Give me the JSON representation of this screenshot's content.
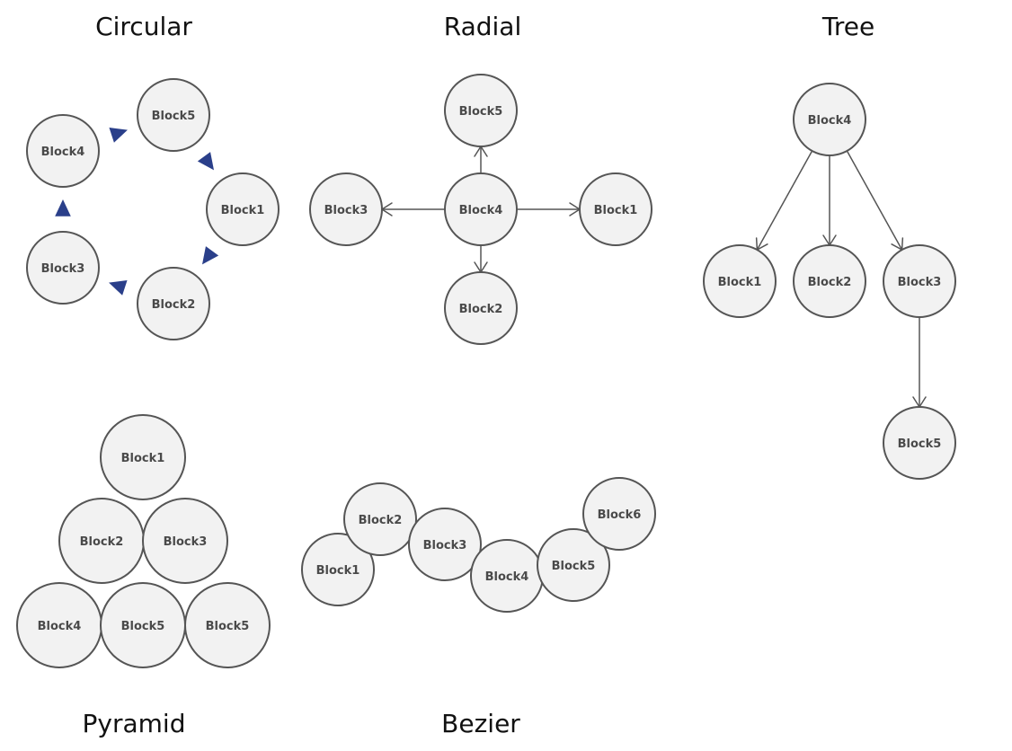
{
  "colors": {
    "node_fill": "#f2f2f2",
    "node_stroke": "#555555",
    "edge": "#555555",
    "circular_arrow": "#2a3f8a",
    "text": "#4a4a4a"
  },
  "diagrams": {
    "circular": {
      "title": "Circular",
      "nodes": [
        {
          "id": "c1",
          "label": "Block1"
        },
        {
          "id": "c2",
          "label": "Block2"
        },
        {
          "id": "c3",
          "label": "Block3"
        },
        {
          "id": "c4",
          "label": "Block4"
        },
        {
          "id": "c5",
          "label": "Block5"
        }
      ],
      "cycle_order": [
        "c5",
        "c1",
        "c2",
        "c3",
        "c4"
      ],
      "arrow_icon": "triangle-arrow-icon"
    },
    "radial": {
      "title": "Radial",
      "center": "r4",
      "nodes": [
        {
          "id": "r4",
          "label": "Block4"
        },
        {
          "id": "r5",
          "label": "Block5"
        },
        {
          "id": "r3",
          "label": "Block3"
        },
        {
          "id": "r1",
          "label": "Block1"
        },
        {
          "id": "r2",
          "label": "Block2"
        }
      ],
      "edges": [
        {
          "from": "r4",
          "to": "r5"
        },
        {
          "from": "r4",
          "to": "r3"
        },
        {
          "from": "r4",
          "to": "r1"
        },
        {
          "from": "r4",
          "to": "r2"
        }
      ]
    },
    "tree": {
      "title": "Tree",
      "nodes": [
        {
          "id": "t4",
          "label": "Block4"
        },
        {
          "id": "t1",
          "label": "Block1"
        },
        {
          "id": "t2",
          "label": "Block2"
        },
        {
          "id": "t3",
          "label": "Block3"
        },
        {
          "id": "t5",
          "label": "Block5"
        }
      ],
      "edges": [
        {
          "from": "t4",
          "to": "t1"
        },
        {
          "from": "t4",
          "to": "t2"
        },
        {
          "from": "t4",
          "to": "t3"
        },
        {
          "from": "t3",
          "to": "t5"
        }
      ]
    },
    "pyramid": {
      "title": "Pyramid",
      "nodes": [
        {
          "id": "p1",
          "label": "Block1"
        },
        {
          "id": "p2",
          "label": "Block2"
        },
        {
          "id": "p3",
          "label": "Block3"
        },
        {
          "id": "p4",
          "label": "Block4"
        },
        {
          "id": "p5",
          "label": "Block5"
        },
        {
          "id": "p6",
          "label": "Block5"
        }
      ]
    },
    "bezier": {
      "title": "Bezier",
      "nodes": [
        {
          "id": "b1",
          "label": "Block1"
        },
        {
          "id": "b2",
          "label": "Block2"
        },
        {
          "id": "b3",
          "label": "Block3"
        },
        {
          "id": "b4",
          "label": "Block4"
        },
        {
          "id": "b5",
          "label": "Block5"
        },
        {
          "id": "b6",
          "label": "Block6"
        }
      ]
    }
  }
}
